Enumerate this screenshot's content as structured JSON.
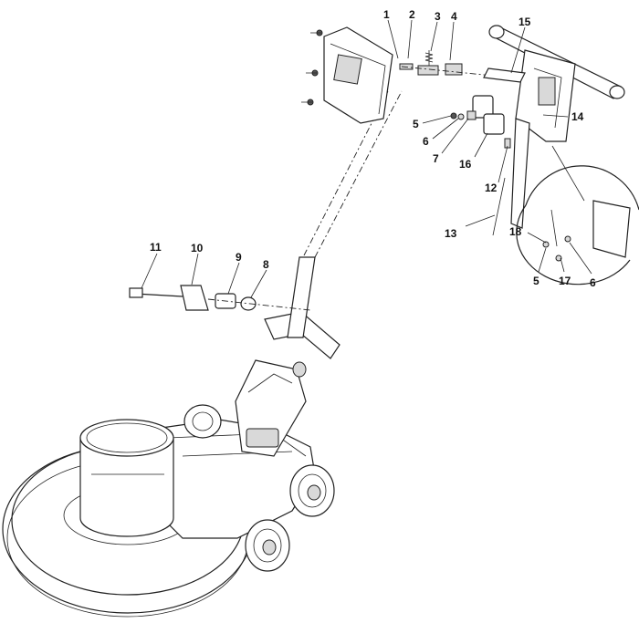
{
  "callouts": {
    "c1": "1",
    "c2": "2",
    "c3": "3",
    "c4": "4",
    "c5": "5",
    "c5b": "5",
    "c6": "6",
    "c6b": "6",
    "c7": "7",
    "c8": "8",
    "c9": "9",
    "c10": "10",
    "c11": "11",
    "c12": "12",
    "c13": "13",
    "c14": "14",
    "c15": "15",
    "c16": "16",
    "c17": "17",
    "c18": "18"
  }
}
